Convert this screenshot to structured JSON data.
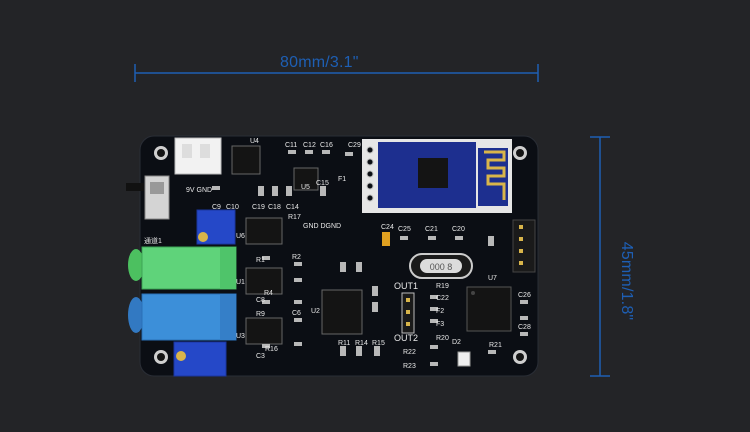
{
  "dimensions": {
    "width_label": "80mm/3.1\"",
    "height_label": "45mm/1.8\""
  },
  "colors": {
    "background": "#232427",
    "dimension_line": "#1e5fb4",
    "pcb": "#0b0e14",
    "silkscreen": "#e8e8e8",
    "jack_green": "#5fd37a",
    "jack_blue": "#3c8fd9",
    "trimmer_blue": "#2548c8",
    "module_blue": "#1d2f8f"
  },
  "silkscreen": {
    "switch_label": "9V GND",
    "channel_label": "通道1",
    "gnd_label": "GND DGND",
    "out1": "OUT1",
    "out2": "OUT2",
    "u1": "U1",
    "u2": "U2",
    "u3": "U3",
    "u4": "U4",
    "u5": "U5",
    "u6": "U6",
    "u7": "U7",
    "c11": "C11",
    "c12": "C12",
    "c16": "C16",
    "c29": "C29",
    "c24": "C24",
    "c25": "C25",
    "c21": "C21",
    "c20": "C20",
    "r1": "R1",
    "r2": "R2",
    "r4": "R4",
    "r9": "R9",
    "r16": "R16",
    "r17": "R17",
    "r19": "R19",
    "r20": "R20",
    "r21": "R21",
    "r22": "R22",
    "r23": "R23",
    "c22": "C22",
    "f1": "F1",
    "f2": "F2",
    "f3": "F3",
    "d2": "D2",
    "c26": "C26",
    "c28": "C28",
    "c3": "C3",
    "c6": "C6",
    "c8": "C8",
    "r11": "R11",
    "r14": "R14",
    "r15": "R15",
    "c9": "C9",
    "c10": "C10",
    "c19": "C19",
    "c18": "C18",
    "c14": "C14",
    "c15": "C15"
  },
  "crystal_label": "000 8"
}
